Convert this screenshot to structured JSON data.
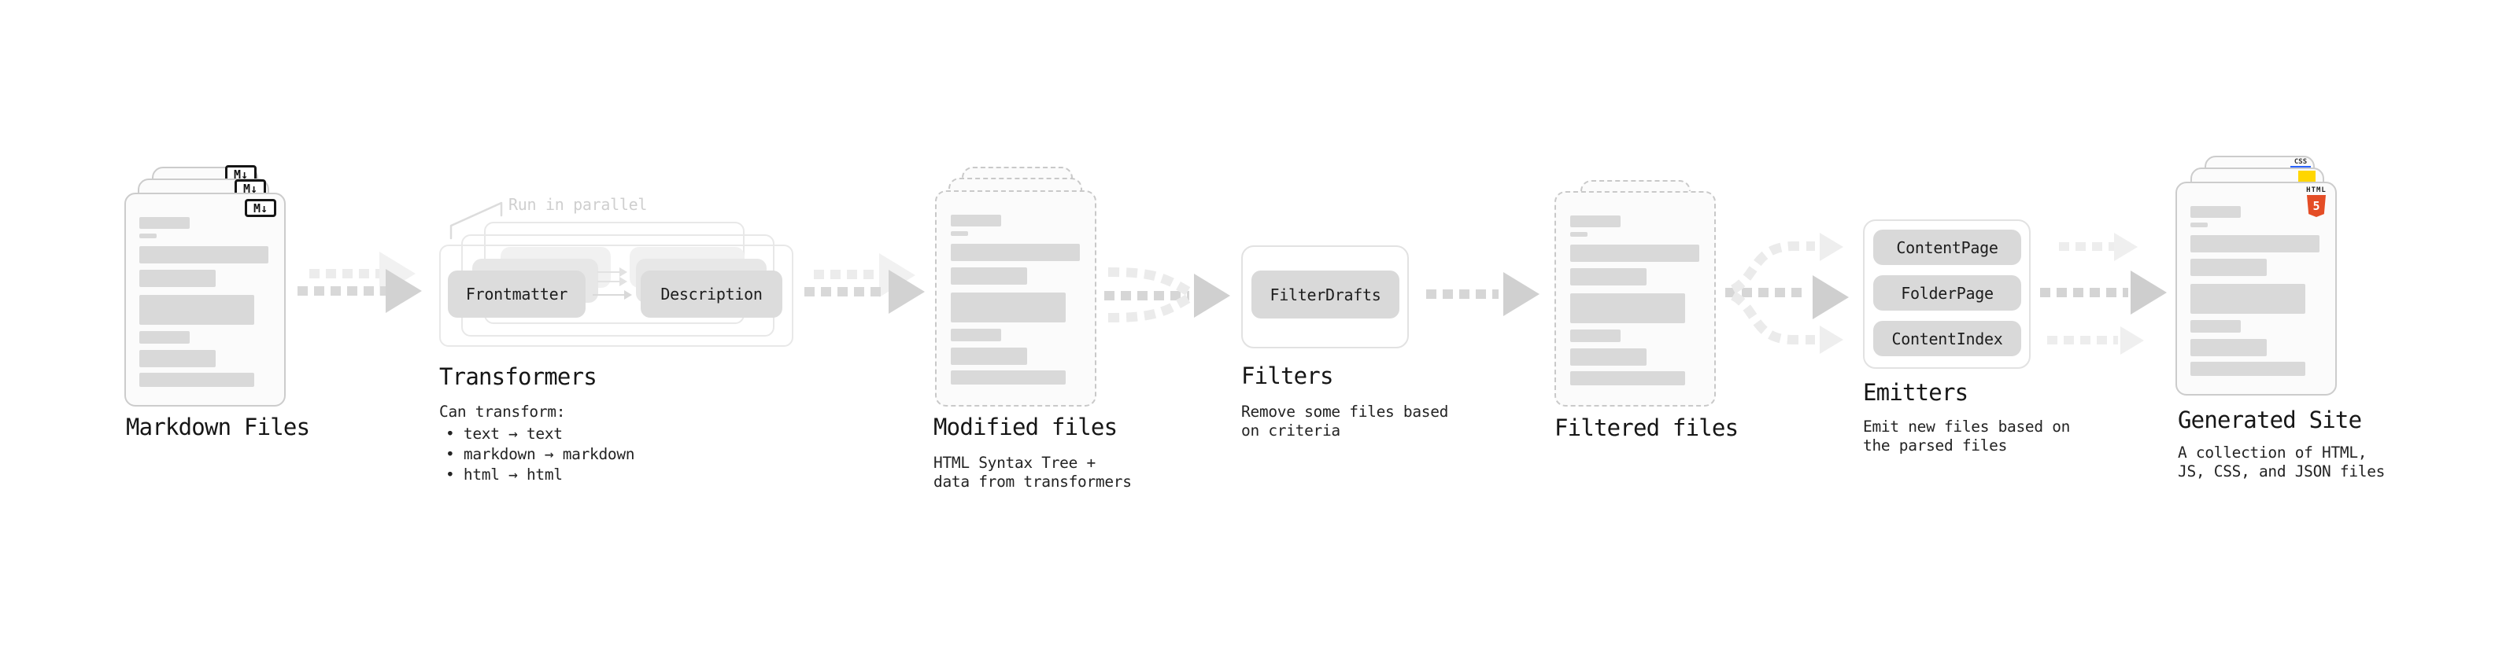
{
  "markdown": {
    "title": "Markdown Files",
    "icon_label": "M↓"
  },
  "transformers": {
    "note": "Run in parallel",
    "pill_left": "Frontmatter",
    "pill_right": "Description",
    "title": "Transformers",
    "heading": "Can transform:",
    "bullets": [
      "• text → text",
      "• markdown → markdown",
      "• html → html"
    ]
  },
  "modified": {
    "title": "Modified files",
    "desc": [
      "HTML Syntax Tree +",
      "data from transformers"
    ]
  },
  "filters": {
    "pill": "FilterDrafts",
    "title": "Filters",
    "desc": [
      "Remove some files based",
      "on criteria"
    ]
  },
  "filtered": {
    "title": "Filtered files"
  },
  "emitters": {
    "pills": [
      "ContentPage",
      "FolderPage",
      "ContentIndex"
    ],
    "title": "Emitters",
    "desc": [
      "Emit new files based on",
      "the parsed files"
    ]
  },
  "generated": {
    "title": "Generated Site",
    "desc": [
      "A collection of HTML,",
      "JS, CSS, and JSON files"
    ],
    "css_badge": "CSS",
    "html_badge_label": "HTML",
    "html_badge_number": "5"
  },
  "colors": {
    "html5_orange": "#e44d26",
    "js_yellow": "#ffd600",
    "css_blue": "#2962ff",
    "placeholder_gray": "#d9d9d9",
    "pill_gray": "#dcdcdc",
    "arrow_gray": "#d0d0d0"
  }
}
